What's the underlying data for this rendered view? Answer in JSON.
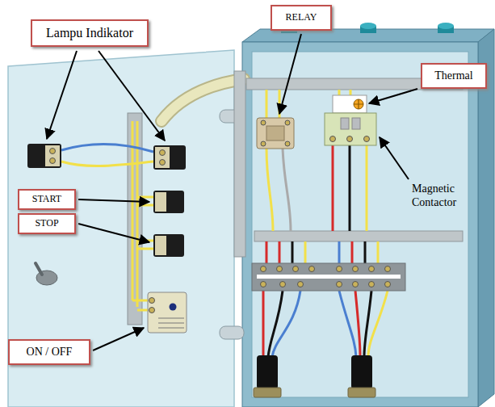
{
  "diagram": {
    "nodes": [
      {
        "text": [
          "Lampu Indikator"
        ]
      },
      {
        "text": [
          "RELAY"
        ]
      },
      {
        "text": [
          "Thermal"
        ]
      },
      {
        "text": [
          "START"
        ]
      },
      {
        "text": [
          "STOP"
        ]
      },
      {
        "text": [
          "ON / OFF"
        ]
      }
    ],
    "labels": [
      "Magnetic Contactor"
    ]
  }
}
